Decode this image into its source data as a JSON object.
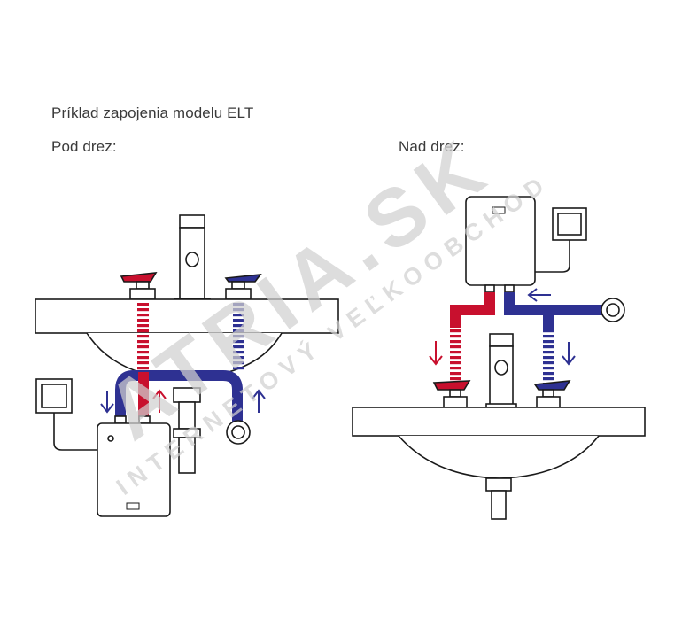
{
  "title": "Príklad zapojenia modelu ELT",
  "under_sink_label": "Pod drez:",
  "over_sink_label": "Nad drez:",
  "watermark": {
    "main": "ATRIA.SK",
    "sub": "INTERNETOVÝ VEĽKOOBCHOD"
  },
  "colors": {
    "hot": "#c8102e",
    "cold": "#2e3192",
    "line": "#1a1a1a",
    "watermark": "#d0d0d0"
  },
  "icons": [
    "heater-unit",
    "wall-socket",
    "faucet",
    "tap-valve",
    "wall-water-outlet",
    "siphon",
    "flow-arrow"
  ]
}
